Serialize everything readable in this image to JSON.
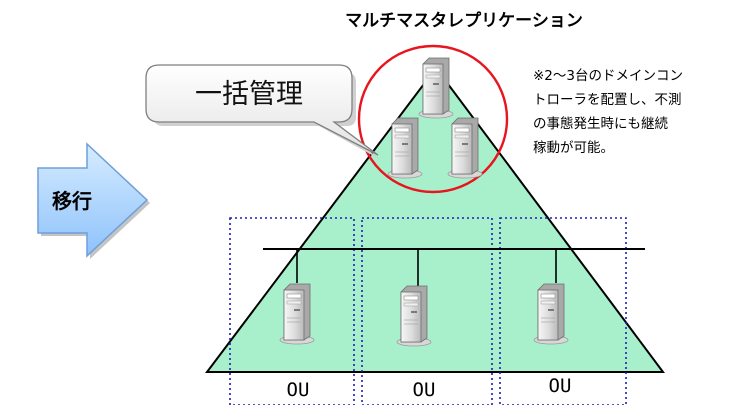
{
  "title": "マルチマスタレプリケーション",
  "callout": "一括管理",
  "arrow_label": "移行",
  "note_lines": [
    "※2～3台のドメインコン",
    "トローラを配置し、不測",
    "の事態発生時にも継続",
    "稼動が可能。"
  ],
  "ou_labels": [
    "OU",
    "OU",
    "OU"
  ],
  "colors": {
    "pyramid_fill": "#a8f0cc",
    "circle_stroke": "#e8141e",
    "ou_border": "#1d1db8",
    "arrow_fill": "#a9d2ff",
    "arrow_stroke": "#6f9fd8"
  }
}
